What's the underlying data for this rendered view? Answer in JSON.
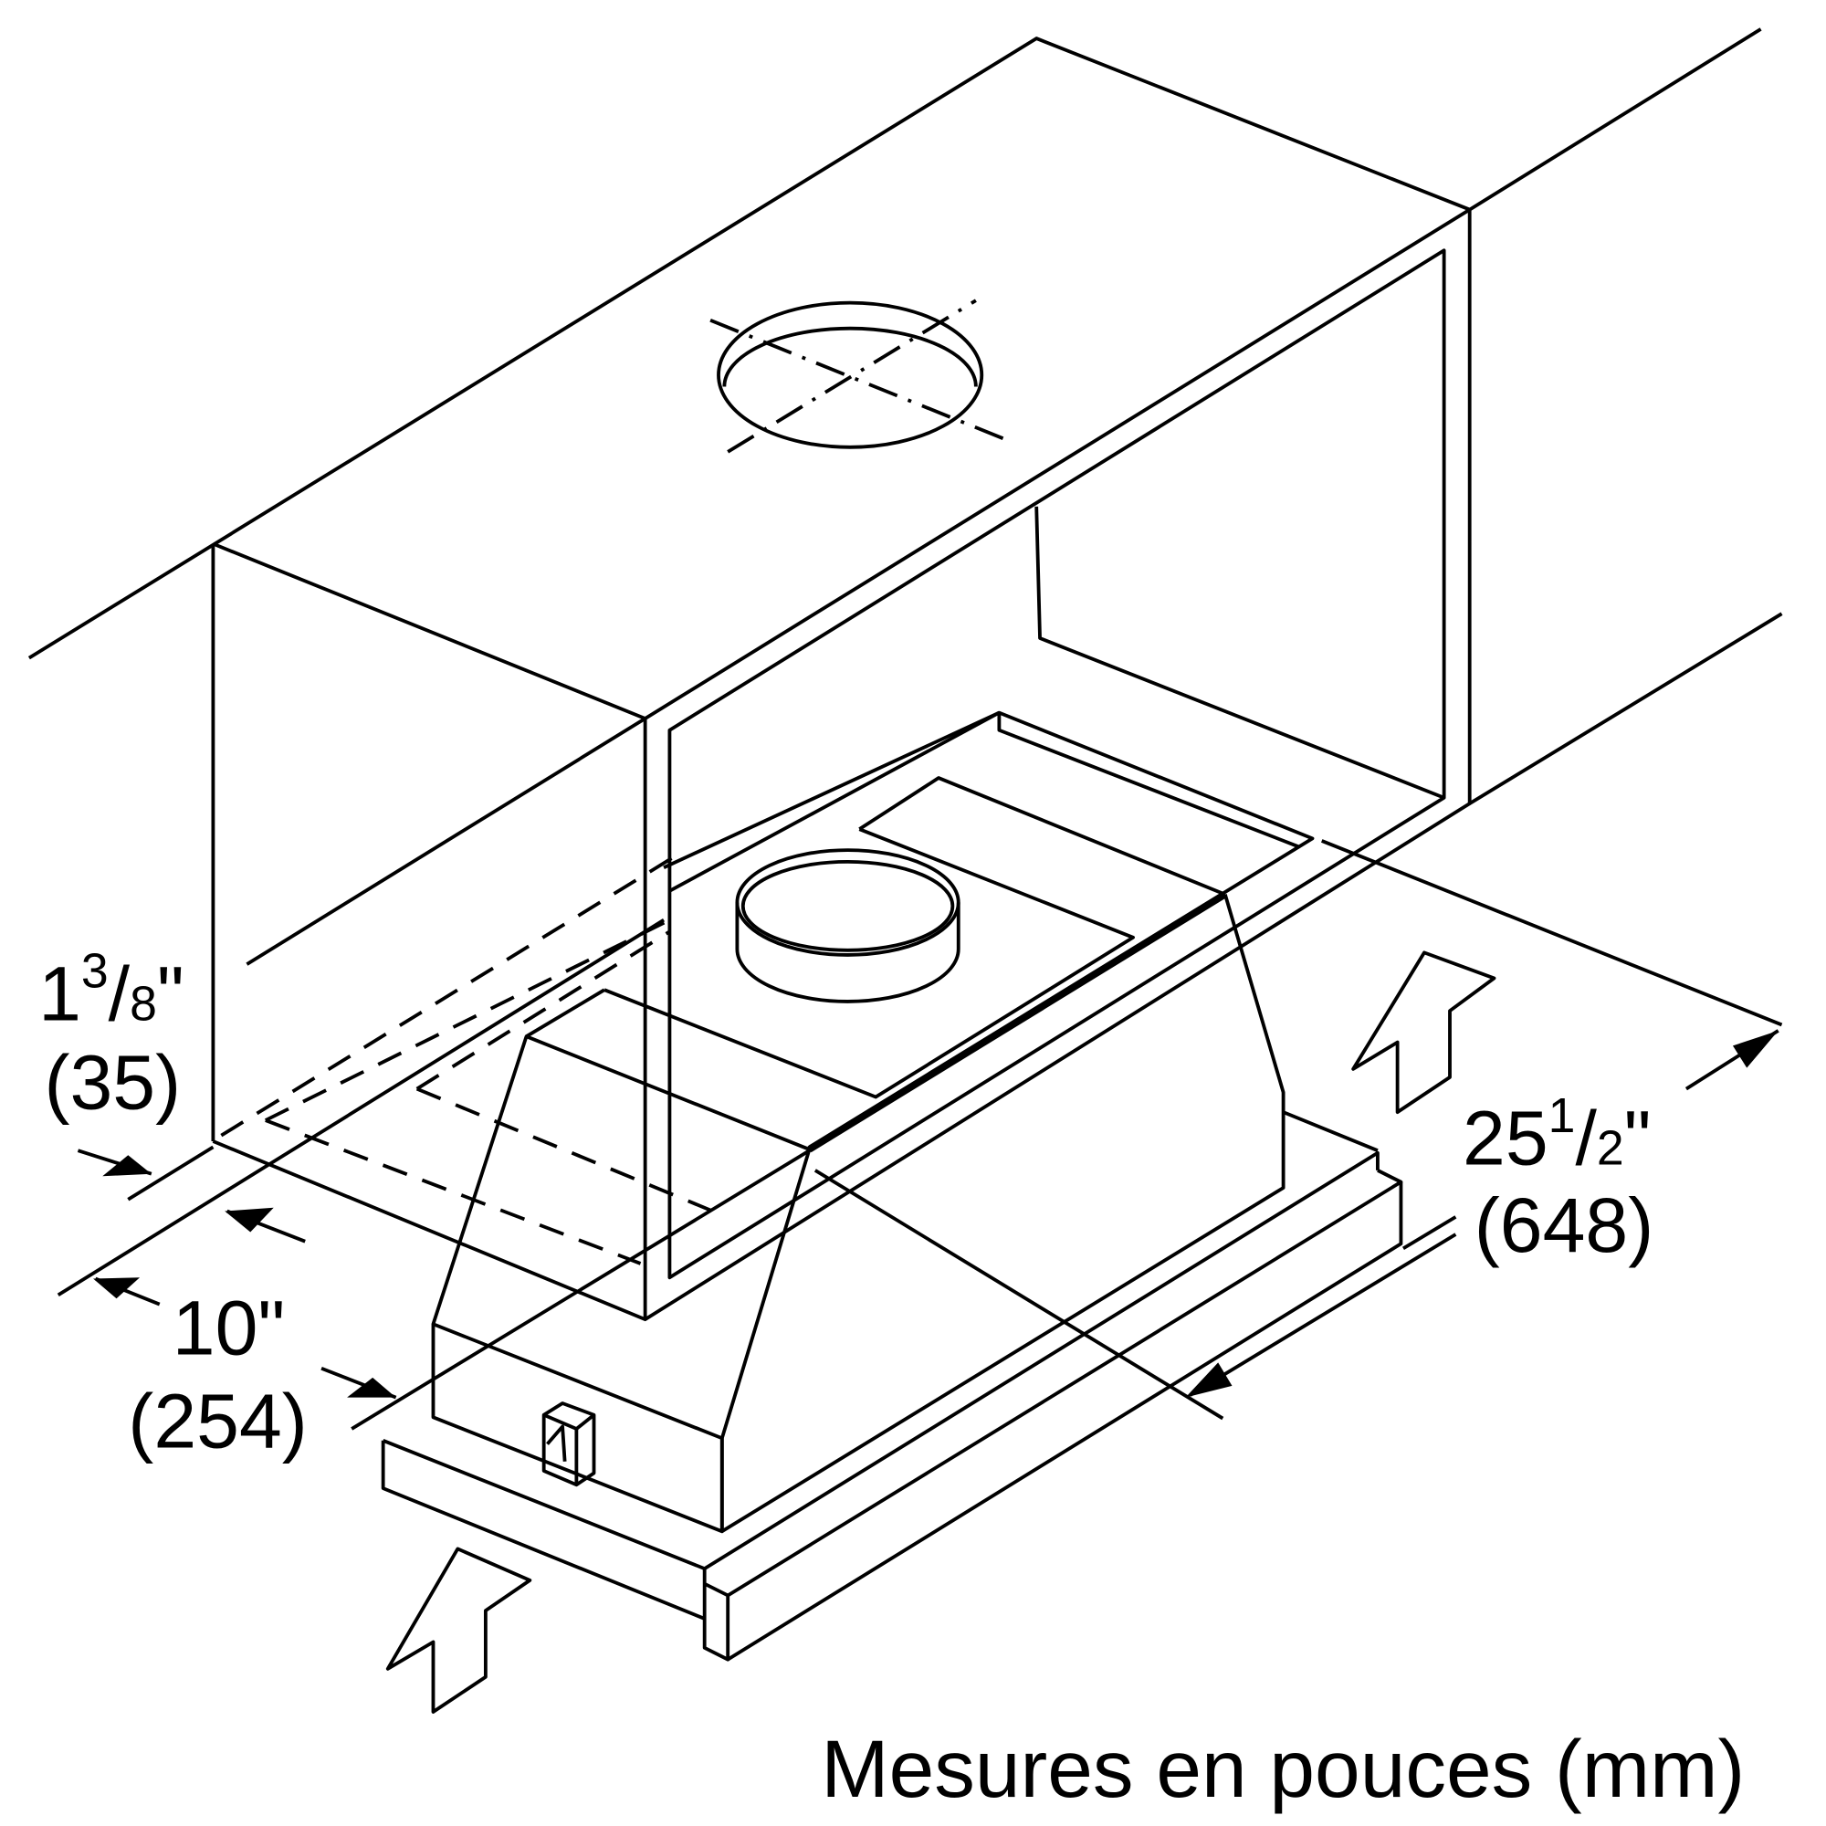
{
  "dimensions": {
    "flange": {
      "inches_whole": "1",
      "inches_num": "3",
      "inches_den": "8",
      "inch_mark": "\"",
      "mm": "(35)"
    },
    "depth": {
      "inches": "10\"",
      "mm": "(254)"
    },
    "width": {
      "inches_whole": "25",
      "inches_num": "1",
      "inches_den": "2",
      "inch_mark": "\"",
      "mm": "(648)"
    }
  },
  "footer": {
    "units_note": "Mesures en pouces (mm)"
  },
  "colors": {
    "line": "#000000",
    "background": "#ffffff"
  }
}
